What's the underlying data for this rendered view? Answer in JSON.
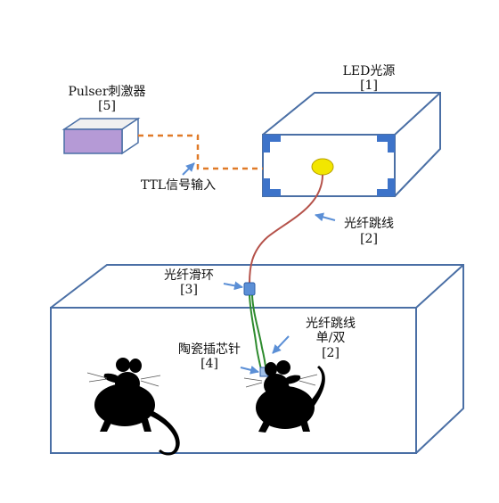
{
  "labels": {
    "led_title": "LED光源",
    "led_ref": "[1]",
    "pulser_title": "Pulser刺激器",
    "pulser_ref": "[5]",
    "ttl": "TTL信号输入",
    "patch1_title": "光纤跳线",
    "patch1_ref": "[2]",
    "rotary_title": "光纤滑环",
    "rotary_ref": "[3]",
    "patch2_title": "光纤跳线",
    "patch2_sub": "单/双",
    "patch2_ref": "[2]",
    "ferrule_title": "陶瓷插芯针",
    "ferrule_ref": "[4]"
  },
  "colors": {
    "box_stroke": "#4a6fa5",
    "led_corner": "#3d73c9",
    "led_spot": "#f2e600",
    "pulser_top": "#f0f0f0",
    "pulser_body": "#b59ad6",
    "ttl_dash": "#e07a28",
    "fiber_red": "#b5524a",
    "fiber_green": "#2e8b2e",
    "arrow": "#5b8fd6",
    "mouse": "#000000"
  }
}
